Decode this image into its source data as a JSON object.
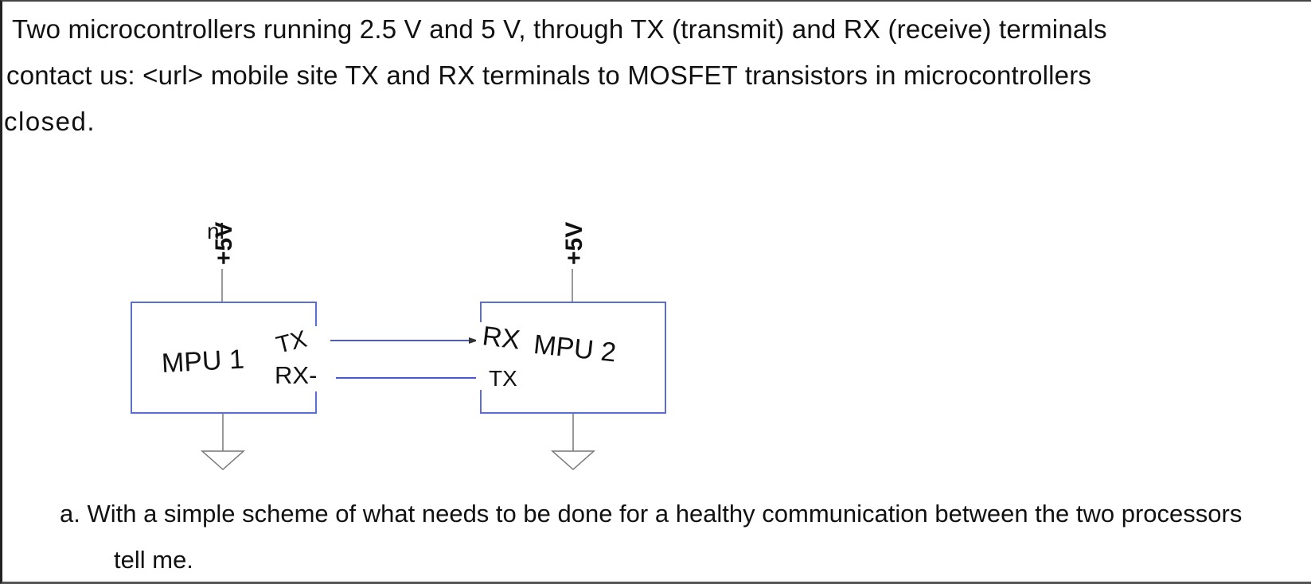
{
  "text": {
    "line1": "Two microcontrollers running 2.5 V and 5 V, through TX (transmit) and RX (receive) terminals",
    "line2": "contact us: <url> mobile site TX and RX terminals to MOSFET transistors in microcontrollers",
    "line3": "closed."
  },
  "diagram": {
    "mpu1_supply": "+5V",
    "mpu1_supply_overlay": "ni",
    "mpu2_supply": "+5V",
    "mpu1_label": "MPU 1",
    "mpu2_label": "MPU 2",
    "mpu1_tx": "TX",
    "mpu1_rx": "RX-",
    "mpu2_rx": "RX",
    "mpu2_tx": "TX"
  },
  "question": {
    "line1": "a. With a simple scheme of what needs to be done for a healthy communication between the two processors",
    "line2": "tell me."
  },
  "colors": {
    "box_border": "#5a6fd1",
    "wire": "#4a5ad0",
    "ground": "#777777"
  }
}
